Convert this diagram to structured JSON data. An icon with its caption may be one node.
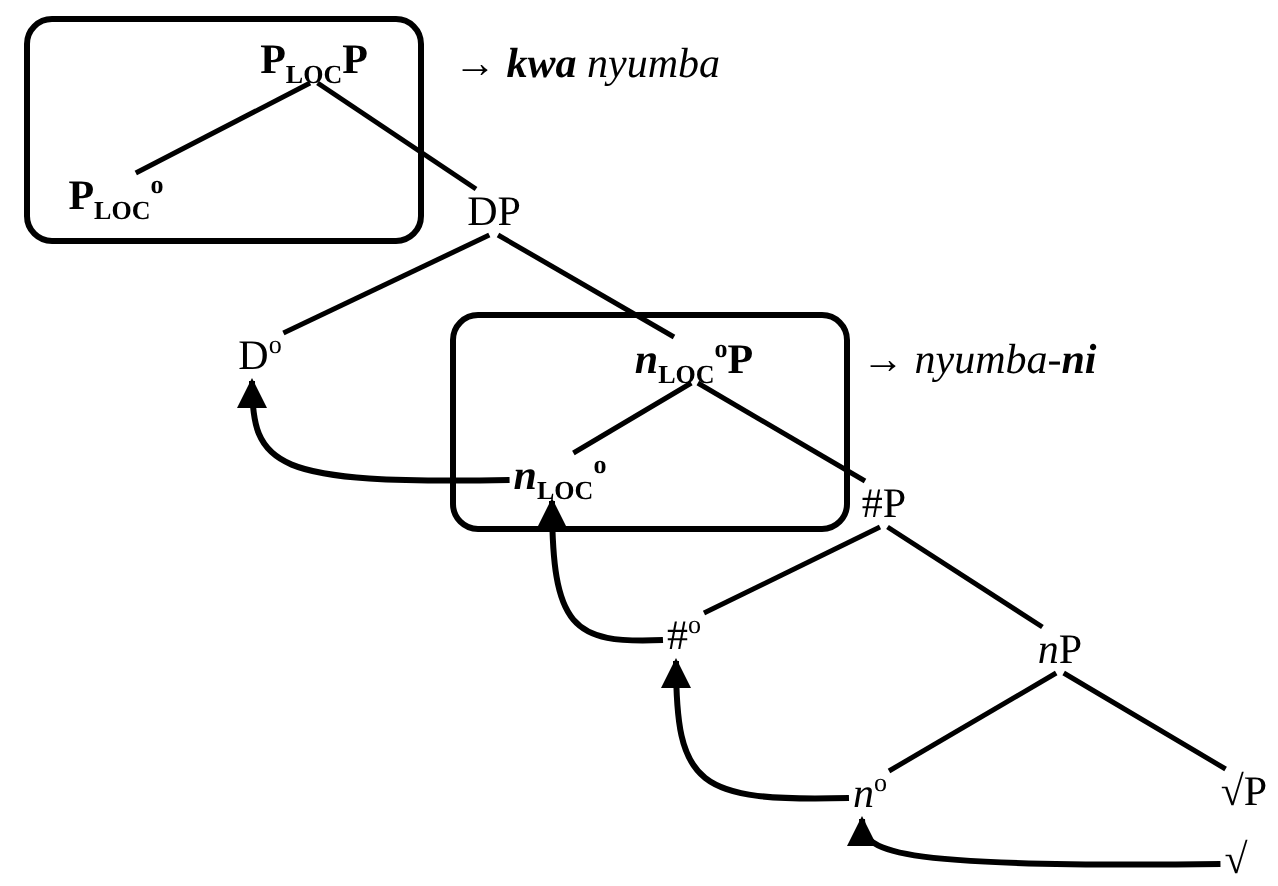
{
  "diagram": {
    "nodes": [
      {
        "text": [],
        "shape": "box",
        "beside": [
          "→ **kwa** nyumba"
        ]
      },
      {
        "text": [
          "P$_{LOC}$P"
        ],
        "in": 0
      },
      {
        "text": [
          "P$_{LOC}$$^{o}$"
        ],
        "in": 0
      },
      {
        "text": [
          "DP"
        ]
      },
      {
        "text": [
          "D$^{o}$"
        ]
      },
      {
        "text": [],
        "shape": "box",
        "beside": [
          "→ nyumba-**ni**"
        ]
      },
      {
        "text": [
          "*n*$_{LOC}$$^{o}$P"
        ],
        "in": 5
      },
      {
        "text": [
          "*n*$_{LOC}$$^{o}$"
        ],
        "in": 5
      },
      {
        "text": [
          "#P"
        ]
      },
      {
        "text": [
          "#$^{o}$"
        ]
      },
      {
        "text": [
          "*n*$^{}$P"
        ]
      },
      {
        "text": [
          "*n*$^{o}$"
        ]
      },
      {
        "text": [
          "√P"
        ]
      },
      {
        "text": [
          "√"
        ]
      }
    ],
    "edges": [
      {
        "from": 1,
        "to": 2,
        "arrow": "none"
      },
      {
        "from": 1,
        "to": 3,
        "arrow": "none"
      },
      {
        "from": 3,
        "to": 4,
        "arrow": "none"
      },
      {
        "from": 3,
        "to": 6,
        "arrow": "none"
      },
      {
        "from": 6,
        "to": 7,
        "arrow": "none"
      },
      {
        "from": 6,
        "to": 8,
        "arrow": "none"
      },
      {
        "from": 8,
        "to": 9,
        "arrow": "none"
      },
      {
        "from": 8,
        "to": 10,
        "arrow": "none"
      },
      {
        "from": 10,
        "to": 11,
        "arrow": "none"
      },
      {
        "from": 10,
        "to": 12,
        "arrow": "none"
      },
      {
        "from": 13,
        "to": 11,
        "arrow": "to"
      },
      {
        "from": 11,
        "to": 9,
        "arrow": "to"
      },
      {
        "from": 9,
        "to": 7,
        "arrow": "to"
      },
      {
        "from": 7,
        "to": 4,
        "arrow": "to"
      }
    ]
  }
}
